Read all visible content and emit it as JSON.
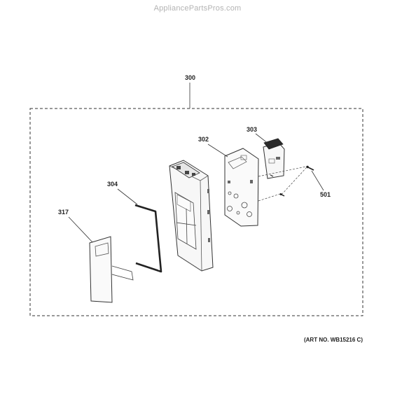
{
  "watermark": "AppliancePartsPros.com",
  "diagram": {
    "assembly_label": "300",
    "parts": [
      {
        "id": "317",
        "label": "317"
      },
      {
        "id": "304",
        "label": "304"
      },
      {
        "id": "302",
        "label": "302"
      },
      {
        "id": "303",
        "label": "303"
      },
      {
        "id": "501",
        "label": "501"
      }
    ],
    "art_number": "(ART NO. WB15216 C)"
  }
}
